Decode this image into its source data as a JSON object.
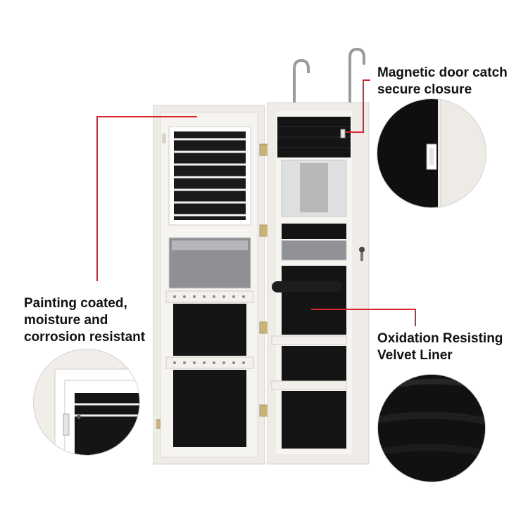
{
  "callouts": {
    "magnetic": "Magnetic door catch\nsecure closure",
    "painting": "Painting coated,\nmoisture and\ncorrosion resistant",
    "velvet": "Oxidation Resisting\nVelvet Liner"
  },
  "colors": {
    "accent": "#d8262c",
    "cabinet": "#f1eeea",
    "velvet": "#141414"
  }
}
